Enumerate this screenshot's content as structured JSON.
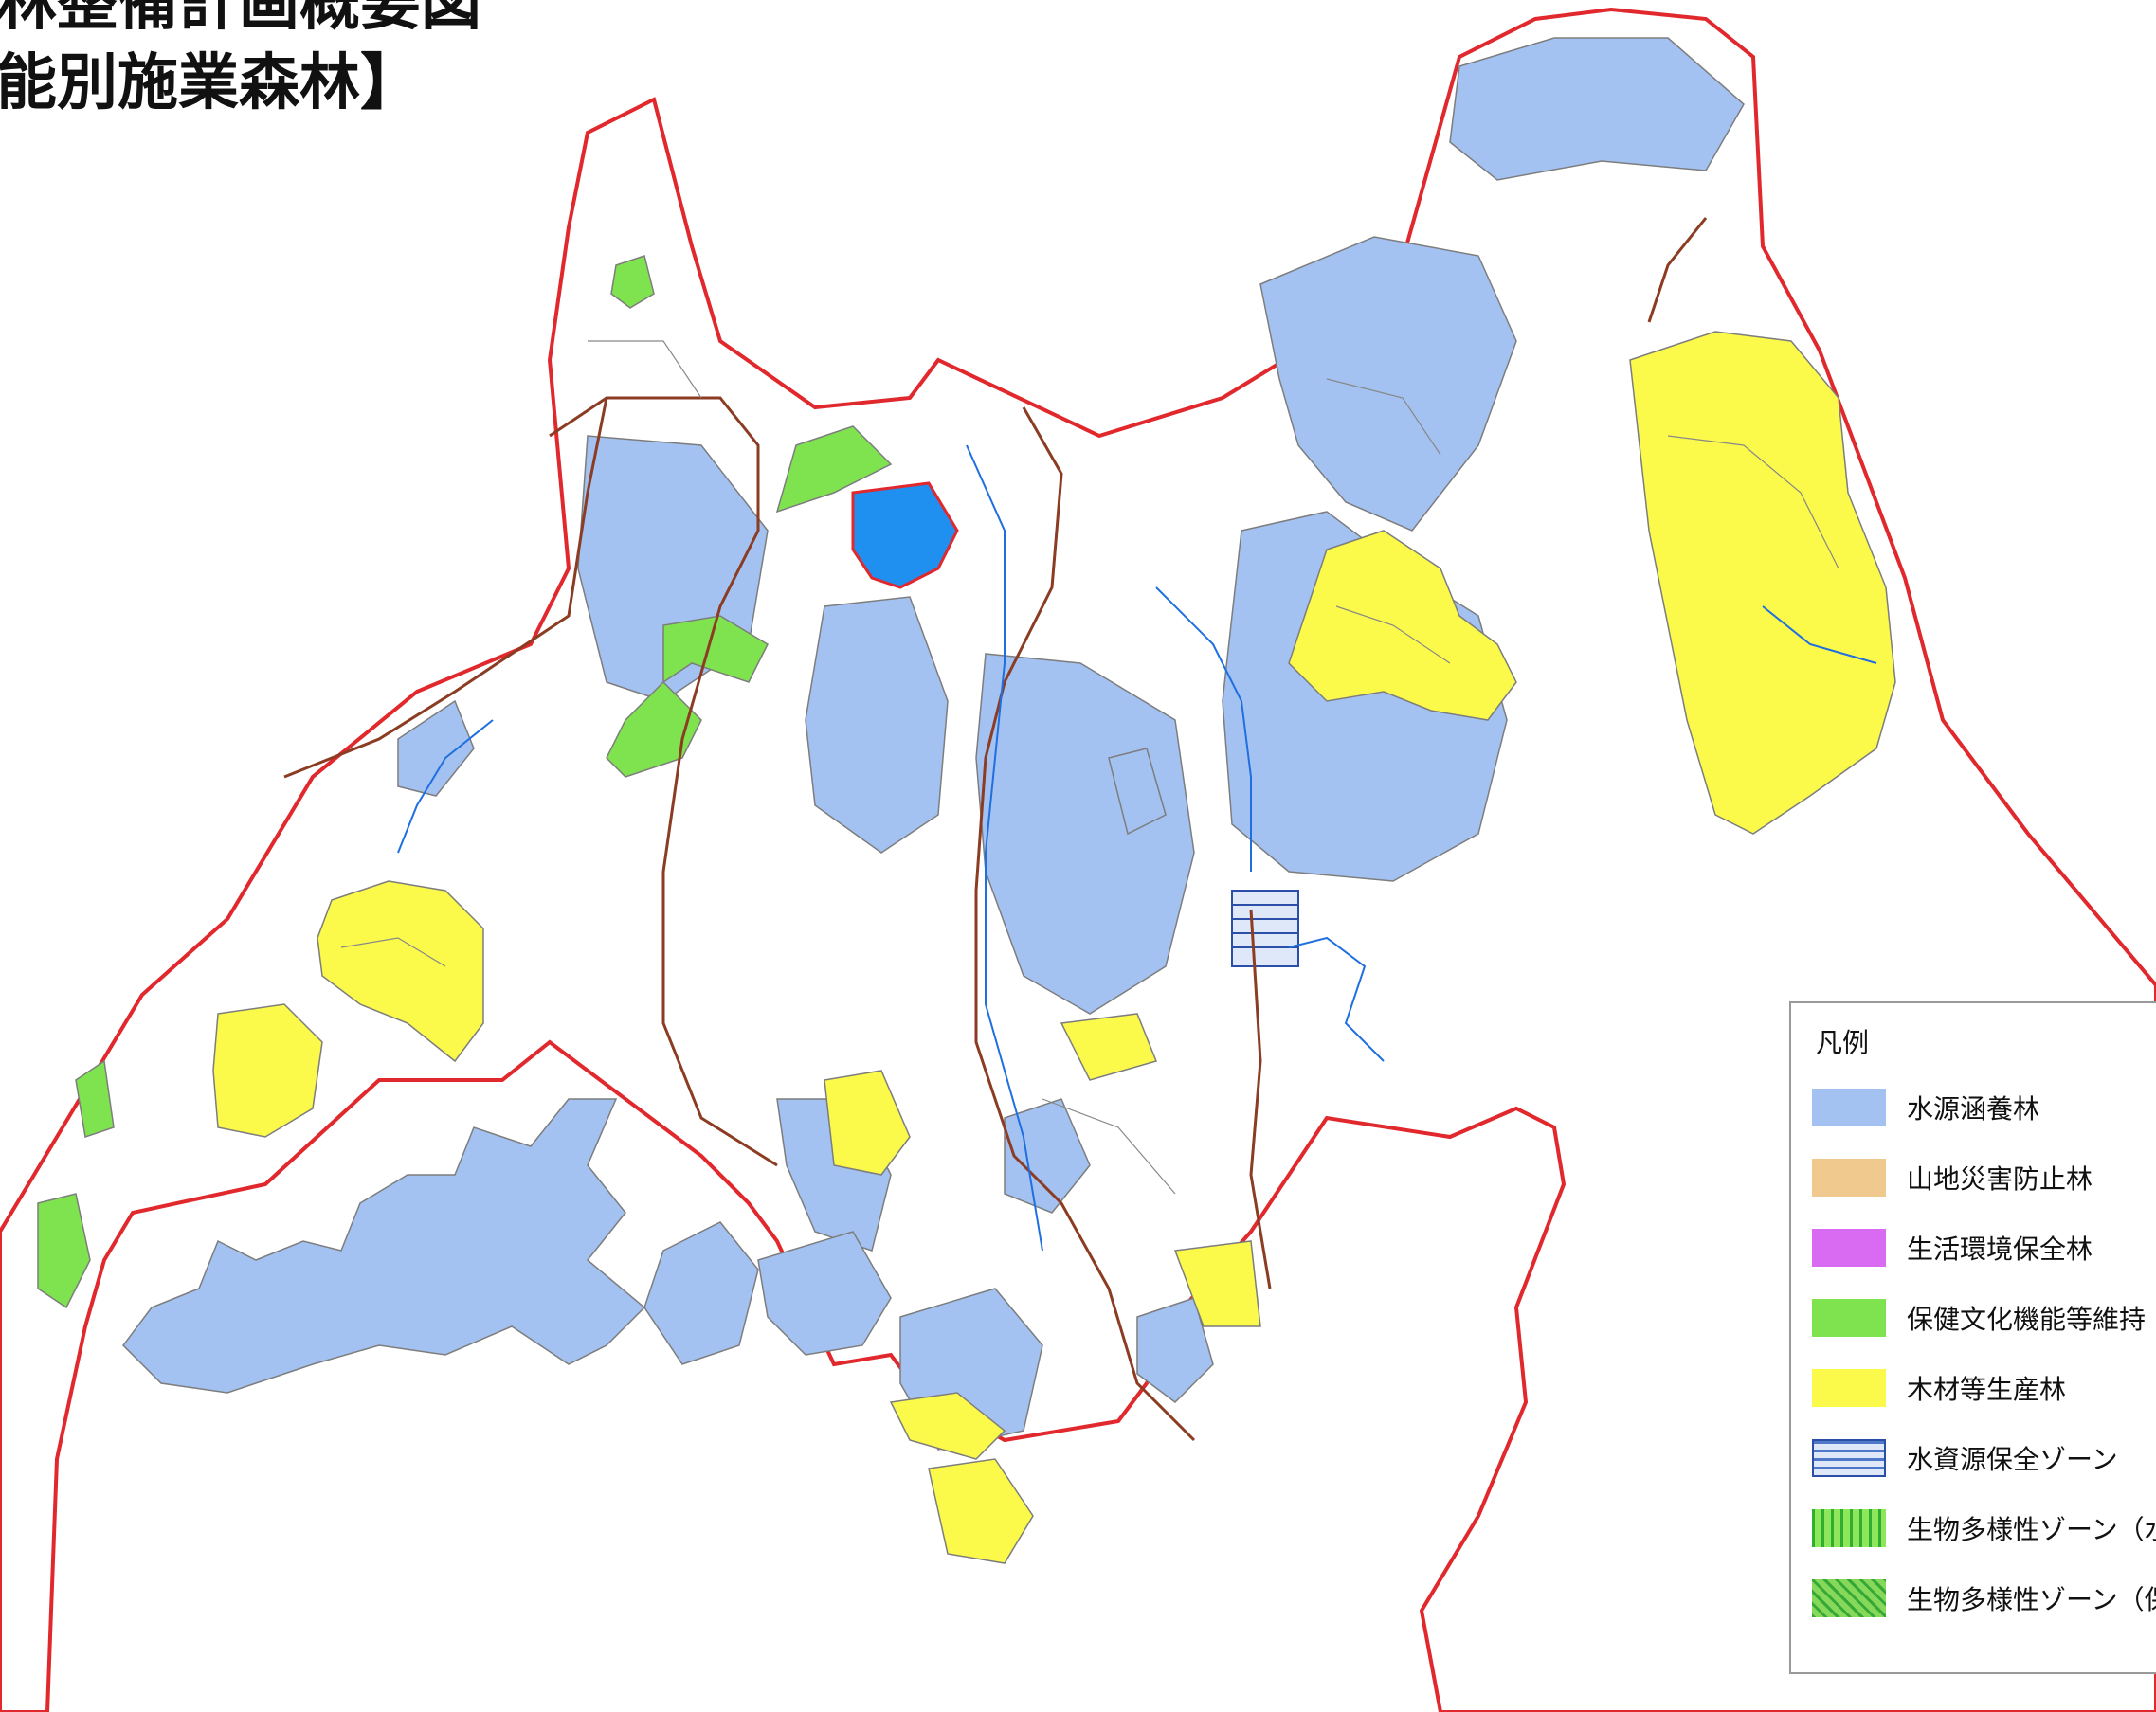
{
  "title_lines": [
    "林整備計画概要図",
    "能別施業森林】"
  ],
  "legend": {
    "title": "凡例",
    "items": [
      {
        "label": "水源涵養林",
        "color": "#a3c2f1",
        "pattern": "solid"
      },
      {
        "label": "山地災害防止林",
        "color": "#efc98d",
        "pattern": "solid"
      },
      {
        "label": "生活環境保全林",
        "color": "#d86bf2",
        "pattern": "solid"
      },
      {
        "label": "保健文化機能等維持",
        "color": "#7ee34e",
        "pattern": "solid"
      },
      {
        "label": "木材等生産林",
        "color": "#fbf94a",
        "pattern": "solid"
      },
      {
        "label": "水資源保全ゾーン",
        "color": "#4f78c8",
        "pattern": "horizontal-lines"
      },
      {
        "label": "生物多様性ゾーン（水",
        "color": "#5fd13c",
        "pattern": "vertical-lines"
      },
      {
        "label": "生物多様性ゾーン（保",
        "color": "#5fd13c",
        "pattern": "diagonal-lines"
      }
    ]
  },
  "map_colors": {
    "boundary": "#e0282d",
    "road": "#8b3c22",
    "river": "#1f6fe0",
    "lake": "#1f8ff0",
    "compartment": "#777777"
  }
}
